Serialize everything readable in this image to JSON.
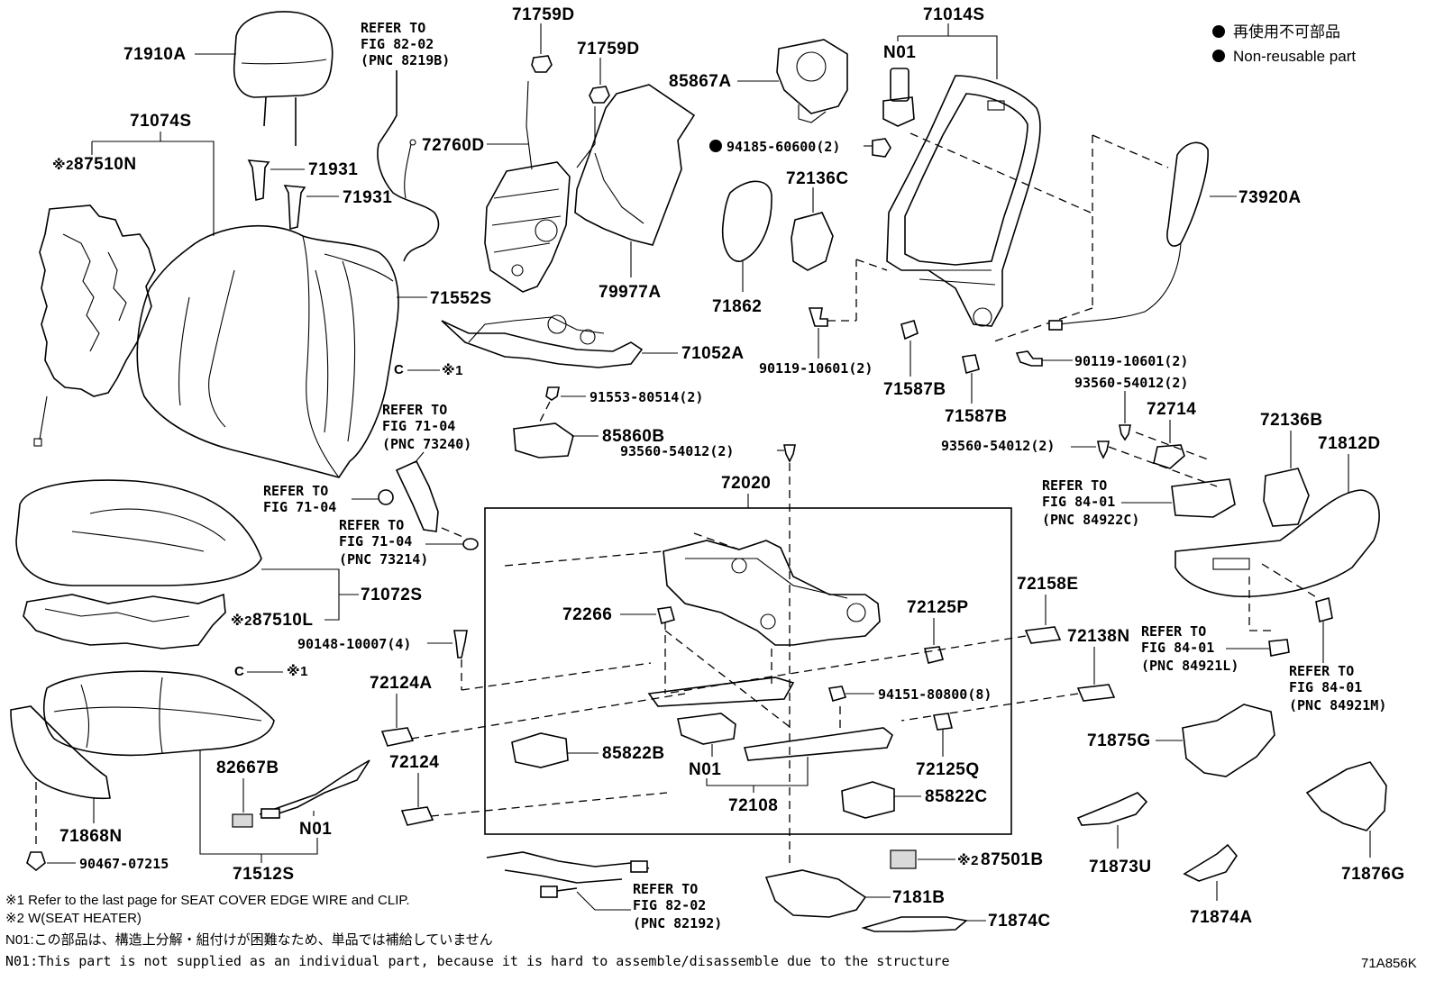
{
  "legend": {
    "jp": "再使用不可部品",
    "en": "Non-reusable part"
  },
  "ref": {
    "fig_82_02_a": [
      "REFER TO",
      "FIG 82-02",
      "(PNC 8219B)"
    ],
    "fig_71_04_a": [
      "REFER TO",
      "FIG 71-04",
      "(PNC 73240)"
    ],
    "fig_71_04_b": [
      "REFER TO",
      "FIG 71-04"
    ],
    "fig_71_04_c": [
      "REFER TO",
      "FIG 71-04",
      "(PNC 73214)"
    ],
    "fig_84_01_a": [
      "REFER TO",
      "FIG 84-01",
      "(PNC 84922C)"
    ],
    "fig_84_01_b": [
      "REFER TO",
      "FIG 84-01",
      "(PNC 84921L)"
    ],
    "fig_84_01_c": [
      "REFER TO",
      "FIG 84-01",
      "(PNC 84921M)"
    ],
    "fig_82_02_b": [
      "REFER TO",
      "FIG 82-02",
      "(PNC 82192)"
    ]
  },
  "parts": {
    "p71910A": "71910A",
    "p71074S": "71074S",
    "p87510N": "87510N",
    "p71931a": "71931",
    "p71931b": "71931",
    "p71552S": "71552S",
    "p72760D": "72760D",
    "p71759Da": "71759D",
    "p71759Db": "71759D",
    "p79977A": "79977A",
    "p85867A": "85867A",
    "p94185": "94185-60600(2)",
    "p72136C": "72136C",
    "p71862": "71862",
    "p71014S": "71014S",
    "pN01a": "N01",
    "p73920A": "73920A",
    "p71052A": "71052A",
    "p91553": "91553-80514(2)",
    "p85860B": "85860B",
    "p93560a": "93560-54012(2)",
    "p90119a": "90119-10601(2)",
    "p71587Ba": "71587B",
    "p71587Bb": "71587B",
    "p90119b": "90119-10601(2)",
    "p93560b": "93560-54012(2)",
    "p72714": "72714",
    "p93560c": "93560-54012(2)",
    "p72136B": "72136B",
    "p71812D": "71812D",
    "p72020": "72020",
    "p71072S": "71072S",
    "p87510L": "87510L",
    "p90148": "90148-10007(4)",
    "p72266": "72266",
    "p72125P": "72125P",
    "p72158E": "72158E",
    "p72138N": "72138N",
    "p72124A": "72124A",
    "p94151": "94151-80800(8)",
    "p85822B": "85822B",
    "pN01b": "N01",
    "p72108": "72108",
    "p72125Q": "72125Q",
    "p72124": "72124",
    "p85822C": "85822C",
    "p82667B": "82667B",
    "pN01c": "N01",
    "p71512S": "71512S",
    "p71868N": "71868N",
    "p90467": "90467-07215",
    "p71875G": "71875G",
    "p71873U": "71873U",
    "p71876G": "71876G",
    "p71874A": "71874A",
    "p87501B": "87501B",
    "p7181B": "7181B",
    "p71874C": "71874C"
  },
  "marks": {
    "cross1": "※1",
    "cross2": "※2"
  },
  "footnotes": {
    "n1": "※1 Refer to the last page for SEAT COVER EDGE WIRE and CLIP.",
    "n2": "※2 W(SEAT HEATER)",
    "n3": "N01:この部品は、構造上分解・組付けが困難なため、単品では補給していません",
    "n4": "N01:This part is not supplied as an individual part, because it is hard to assemble/disassemble due to the structure"
  },
  "illustration_id": "71A856K"
}
